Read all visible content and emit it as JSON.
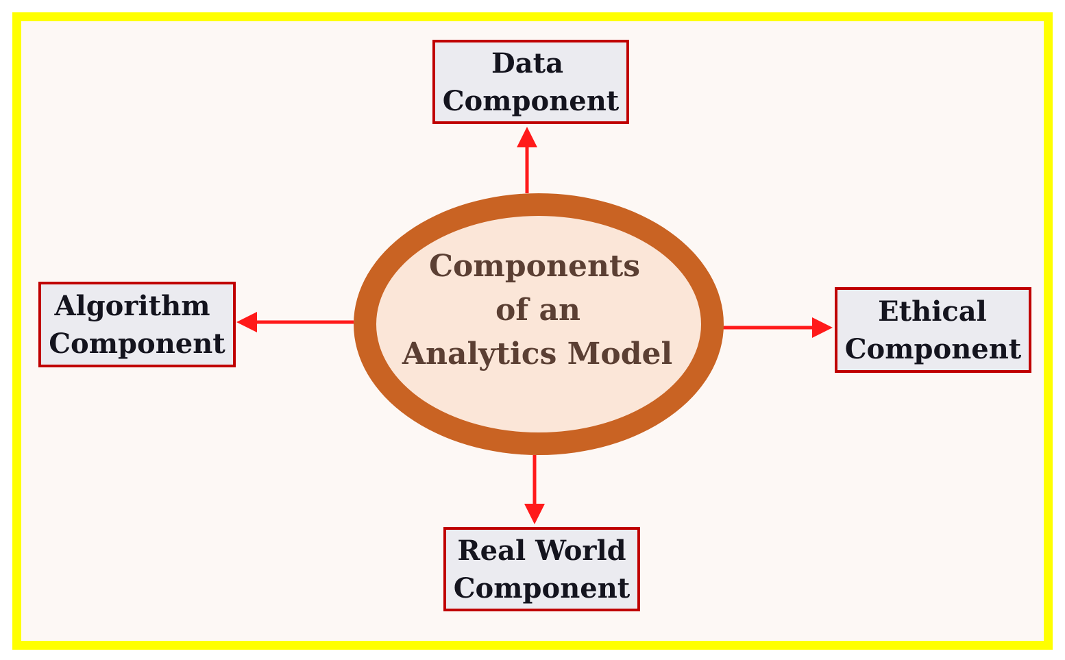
{
  "center": {
    "line1": "Components",
    "line2": "of an",
    "line3": "Analytics Model"
  },
  "components": {
    "data": {
      "line1": "Data",
      "line2": "Component"
    },
    "algorithm": {
      "line1": "Algorithm",
      "line2": "Component"
    },
    "ethical": {
      "line1": "Ethical",
      "line2": "Component"
    },
    "real_world": {
      "line1": "Real World",
      "line2": "Component"
    }
  },
  "colors": {
    "frame_border": "#ffff00",
    "background": "#fdf8f5",
    "ellipse_ring": "#c96323",
    "ellipse_fill": "#fbe6d8",
    "box_border": "#c00000",
    "box_fill": "#ebebf0",
    "arrow": "#ff1a1a"
  }
}
